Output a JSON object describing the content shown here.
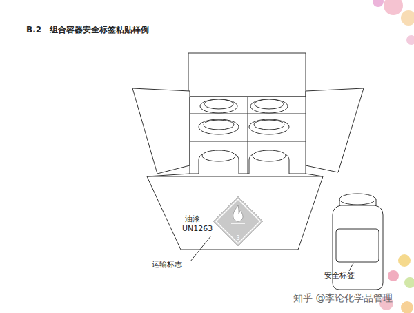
{
  "diagram": {
    "title": "B.2　组合容器安全标签粘贴样例",
    "nodes": [
      {
        "text": [
          "3"
        ]
      }
    ],
    "labels": [
      "油漆",
      "UN1263",
      "运输标志",
      "安全标签",
      "知乎 @李论化学品管理"
    ]
  }
}
